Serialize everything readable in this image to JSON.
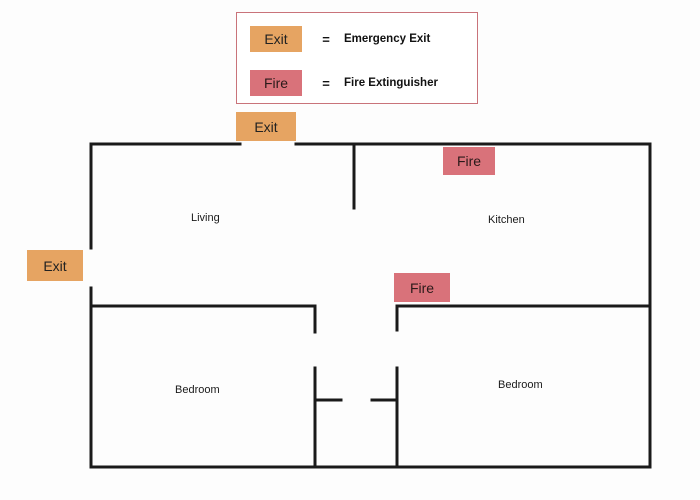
{
  "legend": {
    "exit_tag": "Exit",
    "exit_equals": "=",
    "exit_meaning": "Emergency Exit",
    "fire_tag": "Fire",
    "fire_equals": "=",
    "fire_meaning": "Fire Extinguisher"
  },
  "markers": {
    "exit_top": "Exit",
    "exit_left": "Exit",
    "fire_kitchen_top": "Fire",
    "fire_kitchen_bottom": "Fire"
  },
  "rooms": {
    "living": "Living",
    "kitchen": "Kitchen",
    "bedroom_left": "Bedroom",
    "bedroom_right": "Bedroom"
  },
  "colors": {
    "exit": "#e6a462",
    "fire": "#d9727a",
    "walls": "#1a1a1a",
    "legend_border": "#c9737a"
  }
}
